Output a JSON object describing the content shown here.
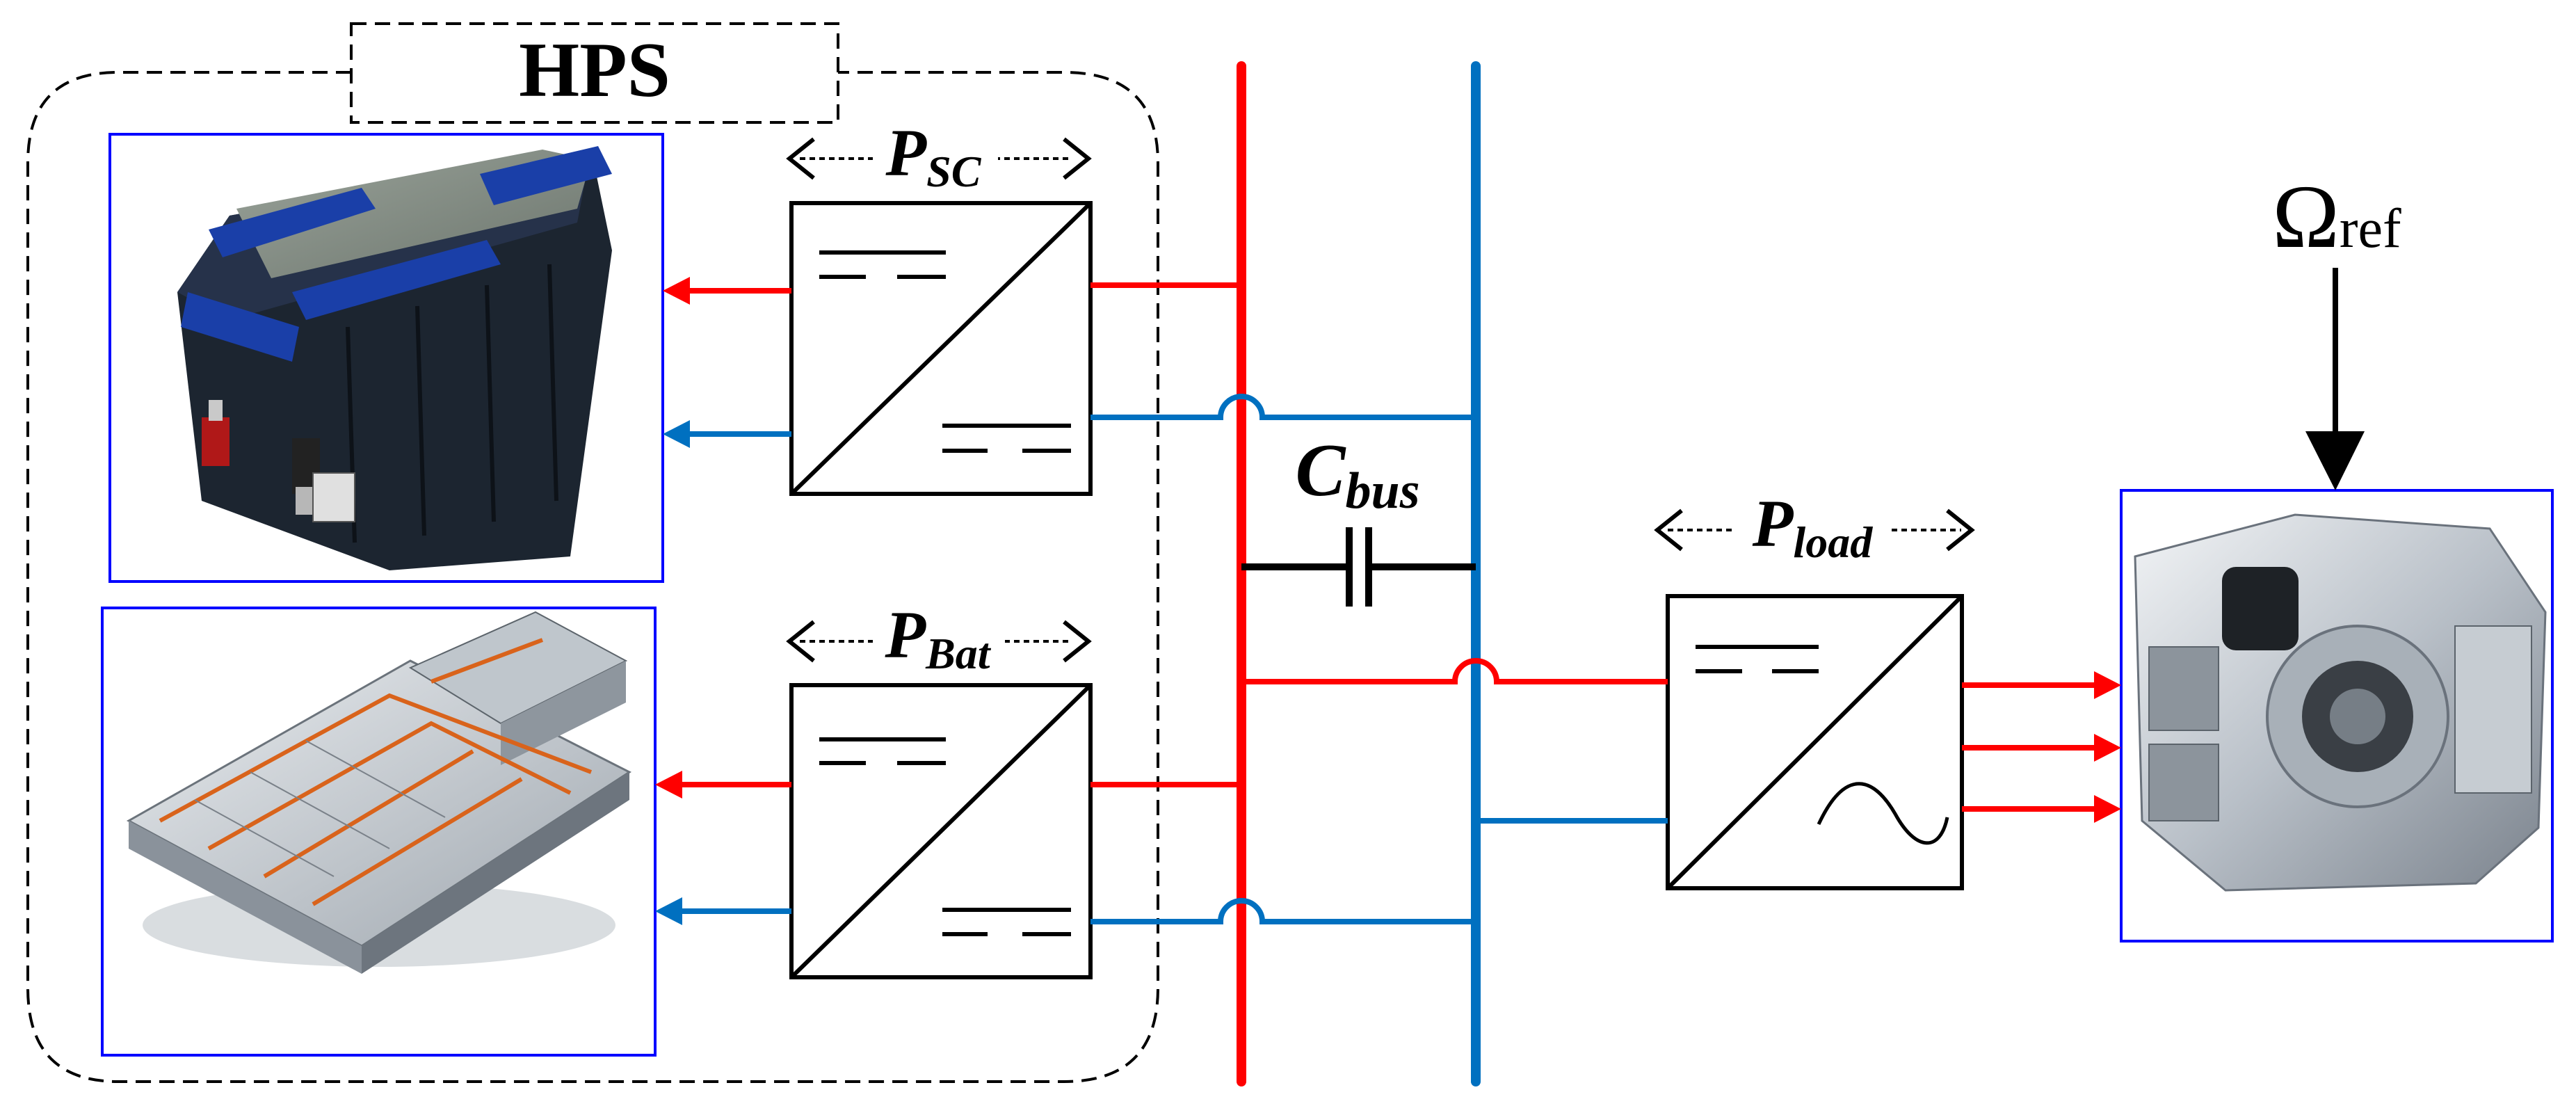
{
  "diagram": {
    "hps_label": "HPS",
    "sc_power": {
      "main": "P",
      "sub": "SC"
    },
    "bat_power": {
      "main": "P",
      "sub": "Bat"
    },
    "load_power": {
      "main": "P",
      "sub": "load"
    },
    "bus_capacitor": {
      "main": "C",
      "sub": "bus"
    },
    "speed_ref": {
      "main": "Ω",
      "sub": "ref"
    }
  },
  "colors": {
    "positive_bus": "#ff0000",
    "negative_bus": "#0070c0",
    "frame": "#0000ff",
    "stroke": "#000000"
  },
  "icons": {
    "supercapacitor": "supercapacitor-module-photo",
    "battery": "battery-pack-photo",
    "motor": "electric-motor-photo",
    "dcdc": "dc-dc-converter-symbol",
    "inverter": "dc-ac-inverter-symbol"
  }
}
